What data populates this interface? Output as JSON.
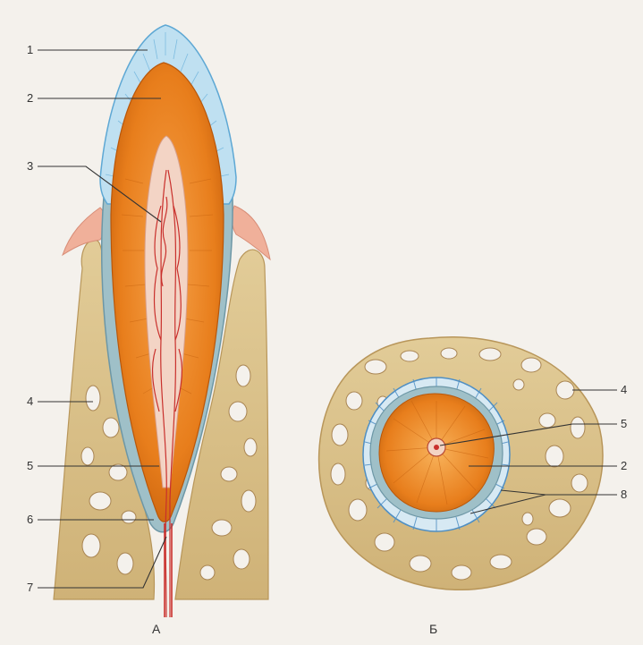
{
  "figure_a": {
    "caption": "А",
    "labels": [
      "1",
      "2",
      "3",
      "4",
      "5",
      "6",
      "7"
    ]
  },
  "figure_b": {
    "caption": "Б",
    "labels": [
      "4",
      "5",
      "2",
      "8"
    ]
  },
  "colors": {
    "background": "#f4f1ec",
    "enamel": "#a9d4ec",
    "dentin": "#e87e1c",
    "pulp": "#f3d4c5",
    "vessels": "#c9302c",
    "bone": "#d9bf86",
    "bone_dark": "#b8965a",
    "periodontal_ligament": "#4f8fc4",
    "gingiva": "#f0b09a"
  },
  "icons": [
    "tooth-longitudinal-section",
    "tooth-cross-section"
  ]
}
